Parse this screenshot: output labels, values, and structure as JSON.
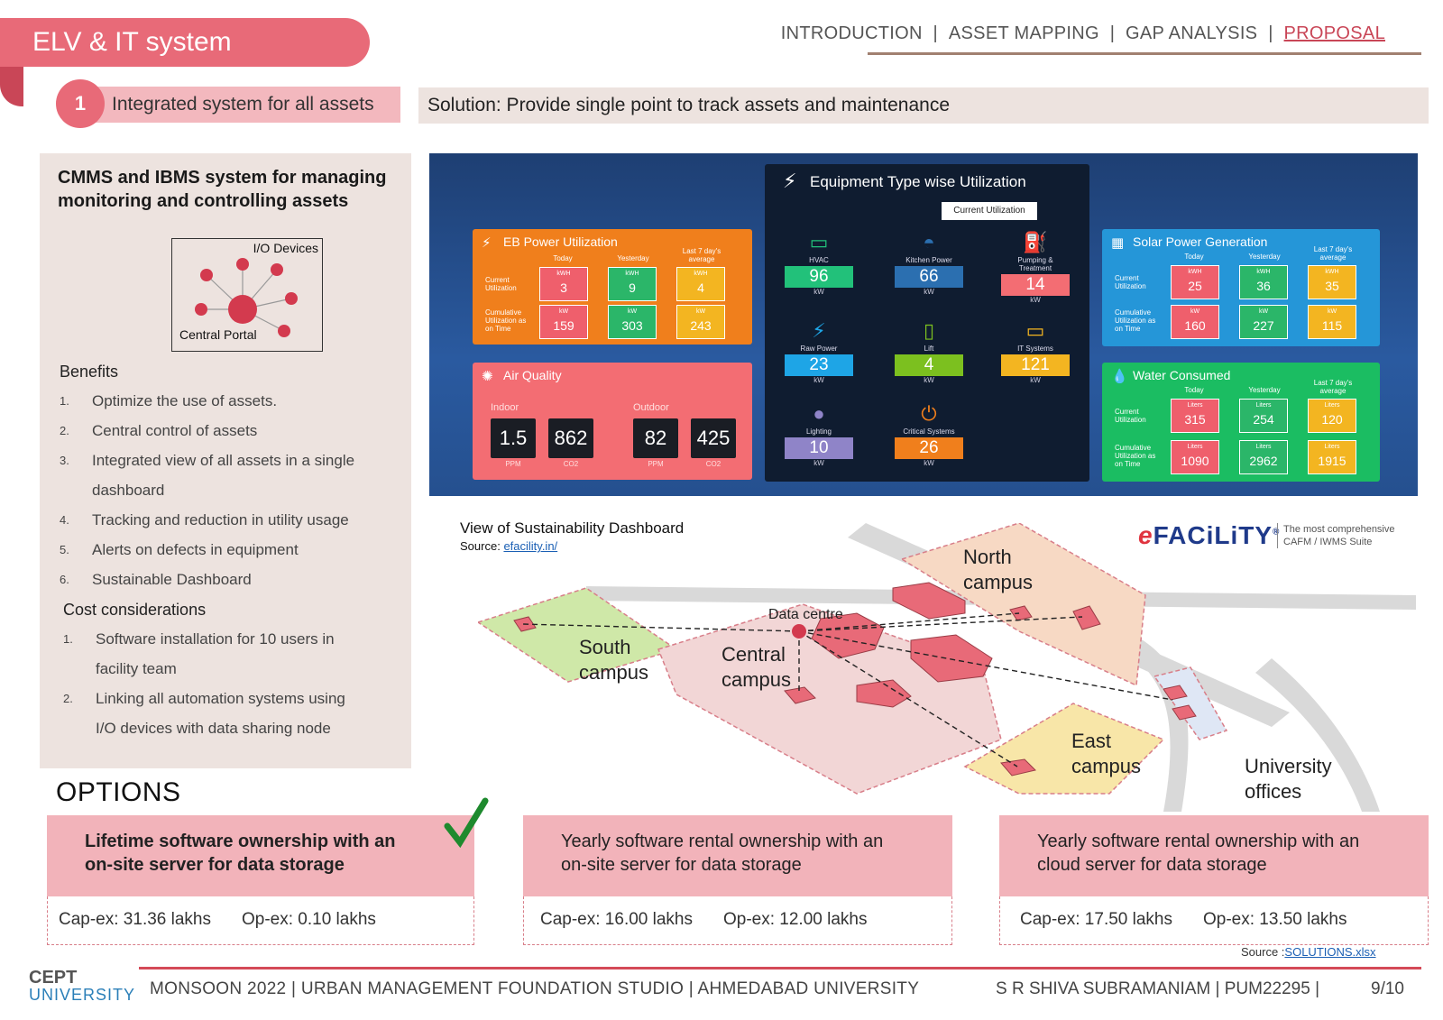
{
  "header": {
    "title": "ELV & IT system",
    "nav": [
      "INTRODUCTION",
      "ASSET MAPPING",
      "GAP ANALYSIS",
      "PROPOSAL"
    ],
    "nav_separator": "|",
    "active_nav": "PROPOSAL"
  },
  "section": {
    "number": "1",
    "label": "Integrated system for all assets",
    "solution": "Solution: Provide single point to track assets and maintenance"
  },
  "left_panel": {
    "title": "CMMS and IBMS system for managing monitoring and controlling assets",
    "diagram": {
      "io_label": "I/O Devices",
      "central_label": "Central Portal"
    },
    "benefits_heading": "Benefits",
    "benefits": [
      {
        "n": "1.",
        "text": "Optimize the use of assets."
      },
      {
        "n": "2.",
        "text": "Central control of assets"
      },
      {
        "n": "3.",
        "text": "Integrated view of all assets in a single"
      },
      {
        "n": "",
        "text": "dashboard"
      },
      {
        "n": "4.",
        "text": "Tracking and reduction in utility usage"
      },
      {
        "n": "5.",
        "text": "Alerts on defects in equipment"
      },
      {
        "n": "6.",
        "text": "Sustainable Dashboard"
      }
    ],
    "cost_heading": "Cost considerations",
    "costs": [
      {
        "n": "1.",
        "text": "Software installation for 10 users in"
      },
      {
        "n": "",
        "text": "facility team"
      },
      {
        "n": "2.",
        "text": "Linking all automation systems using"
      },
      {
        "n": "",
        "text": "I/O devices with data sharing node"
      }
    ]
  },
  "dashboard": {
    "eb": {
      "title": "EB Power Utilization",
      "cols": [
        "Today",
        "Yesterday",
        "Last 7 day's average"
      ],
      "rows": [
        "Current Utilization",
        "Cumulative Utilization as on Time"
      ],
      "top_units": "kWH",
      "bottom_units": "kW",
      "top": [
        "3",
        "9",
        "4"
      ],
      "bottom": [
        "159",
        "303",
        "243"
      ]
    },
    "air": {
      "title": "Air Quality",
      "indoor": "Indoor",
      "outdoor": "Outdoor",
      "tiles": [
        {
          "value": "1.5",
          "unit": "PPM"
        },
        {
          "value": "862",
          "unit": "CO2"
        },
        {
          "value": "82",
          "unit": "PPM"
        },
        {
          "value": "425",
          "unit": "CO2"
        }
      ]
    },
    "equipment": {
      "title": "Equipment Type wise Utilization",
      "badge": "Current Utilization",
      "items": [
        {
          "label": "HVAC",
          "value": "96",
          "unit": "kW",
          "color": "#22c17a"
        },
        {
          "label": "Kitchen Power",
          "value": "66",
          "unit": "kW",
          "color": "#2b6fb0"
        },
        {
          "label": "Pumping & Treatment",
          "value": "14",
          "unit": "kW",
          "color": "#f36d73"
        },
        {
          "label": "Raw Power",
          "value": "23",
          "unit": "kW",
          "color": "#1ea5e6"
        },
        {
          "label": "Lift",
          "value": "4",
          "unit": "kW",
          "color": "#7cc01f"
        },
        {
          "label": "IT Systems",
          "value": "121",
          "unit": "kW",
          "color": "#f3b521"
        },
        {
          "label": "Lighting",
          "value": "10",
          "unit": "kW",
          "color": "#8f84c8"
        },
        {
          "label": "Critical Systems",
          "value": "26",
          "unit": "kW",
          "color": "#f07f1c"
        }
      ]
    },
    "solar": {
      "title": "Solar Power Generation",
      "cols": [
        "Today",
        "Yesterday",
        "Last 7 day's average"
      ],
      "rows": [
        "Current Utilization",
        "Cumulative Utilization as on Time"
      ],
      "top_units": "kWH",
      "bottom_units": "kW",
      "top": [
        "25",
        "36",
        "35"
      ],
      "bottom": [
        "160",
        "227",
        "115"
      ]
    },
    "water": {
      "title": "Water Consumed",
      "cols": [
        "Today",
        "Yesterday",
        "Last 7 day's average"
      ],
      "rows": [
        "Current Utilization",
        "Cumulative Utilization as on Time"
      ],
      "units": "Liters",
      "top": [
        "315",
        "254",
        "120"
      ],
      "bottom": [
        "1090",
        "2962",
        "1915"
      ]
    },
    "colors": {
      "red": "#ef5f6c",
      "green": "#2bb669",
      "yellow": "#f3b521"
    }
  },
  "dashboard_caption": {
    "title": "View of Sustainability Dashboard",
    "source_prefix": "Source:",
    "source_link": "efacility.in/"
  },
  "brand": {
    "logo_e": "e",
    "logo_rest": "FACiLiTY",
    "registered": "®",
    "tagline_1": "The most comprehensive",
    "tagline_2": "CAFM / IWMS Suite"
  },
  "map": {
    "labels": {
      "north": "North campus",
      "south": "South campus",
      "central": "Central campus",
      "east": "East campus",
      "offices": "University offices",
      "data_centre": "Data centre"
    },
    "colors": {
      "north": "#f7d9c4",
      "south": "#cfe8a8",
      "central": "#f2d6d6",
      "east": "#f8e6a8",
      "building": "#e86a78"
    }
  },
  "options": {
    "heading": "OPTIONS",
    "items": [
      {
        "title_1": "Lifetime software ownership with an",
        "title_2": "on-site server for data storage",
        "capex": "Cap-ex: 31.36 lakhs",
        "opex": "Op-ex: 0.10 lakhs",
        "selected": true
      },
      {
        "title_1": "Yearly software rental ownership with an",
        "title_2": "on-site server for data storage",
        "capex": "Cap-ex: 16.00 lakhs",
        "opex": "Op-ex: 12.00 lakhs",
        "selected": false
      },
      {
        "title_1": "Yearly software rental ownership with an",
        "title_2": "cloud server for data storage",
        "capex": "Cap-ex: 17.50 lakhs",
        "opex": "Op-ex: 13.50 lakhs",
        "selected": false
      }
    ]
  },
  "footer": {
    "source_prefix": "Source :",
    "source_link": "SOLUTIONS.xlsx",
    "logo_top": "CEPT",
    "logo_bottom": "UNIVERSITY",
    "text": "MONSOON 2022 | URBAN MANAGEMENT FOUNDATION STUDIO | AHMEDABAD UNIVERSITY",
    "author": "S R SHIVA SUBRAMANIAM | PUM22295 |",
    "page": "9/10"
  }
}
